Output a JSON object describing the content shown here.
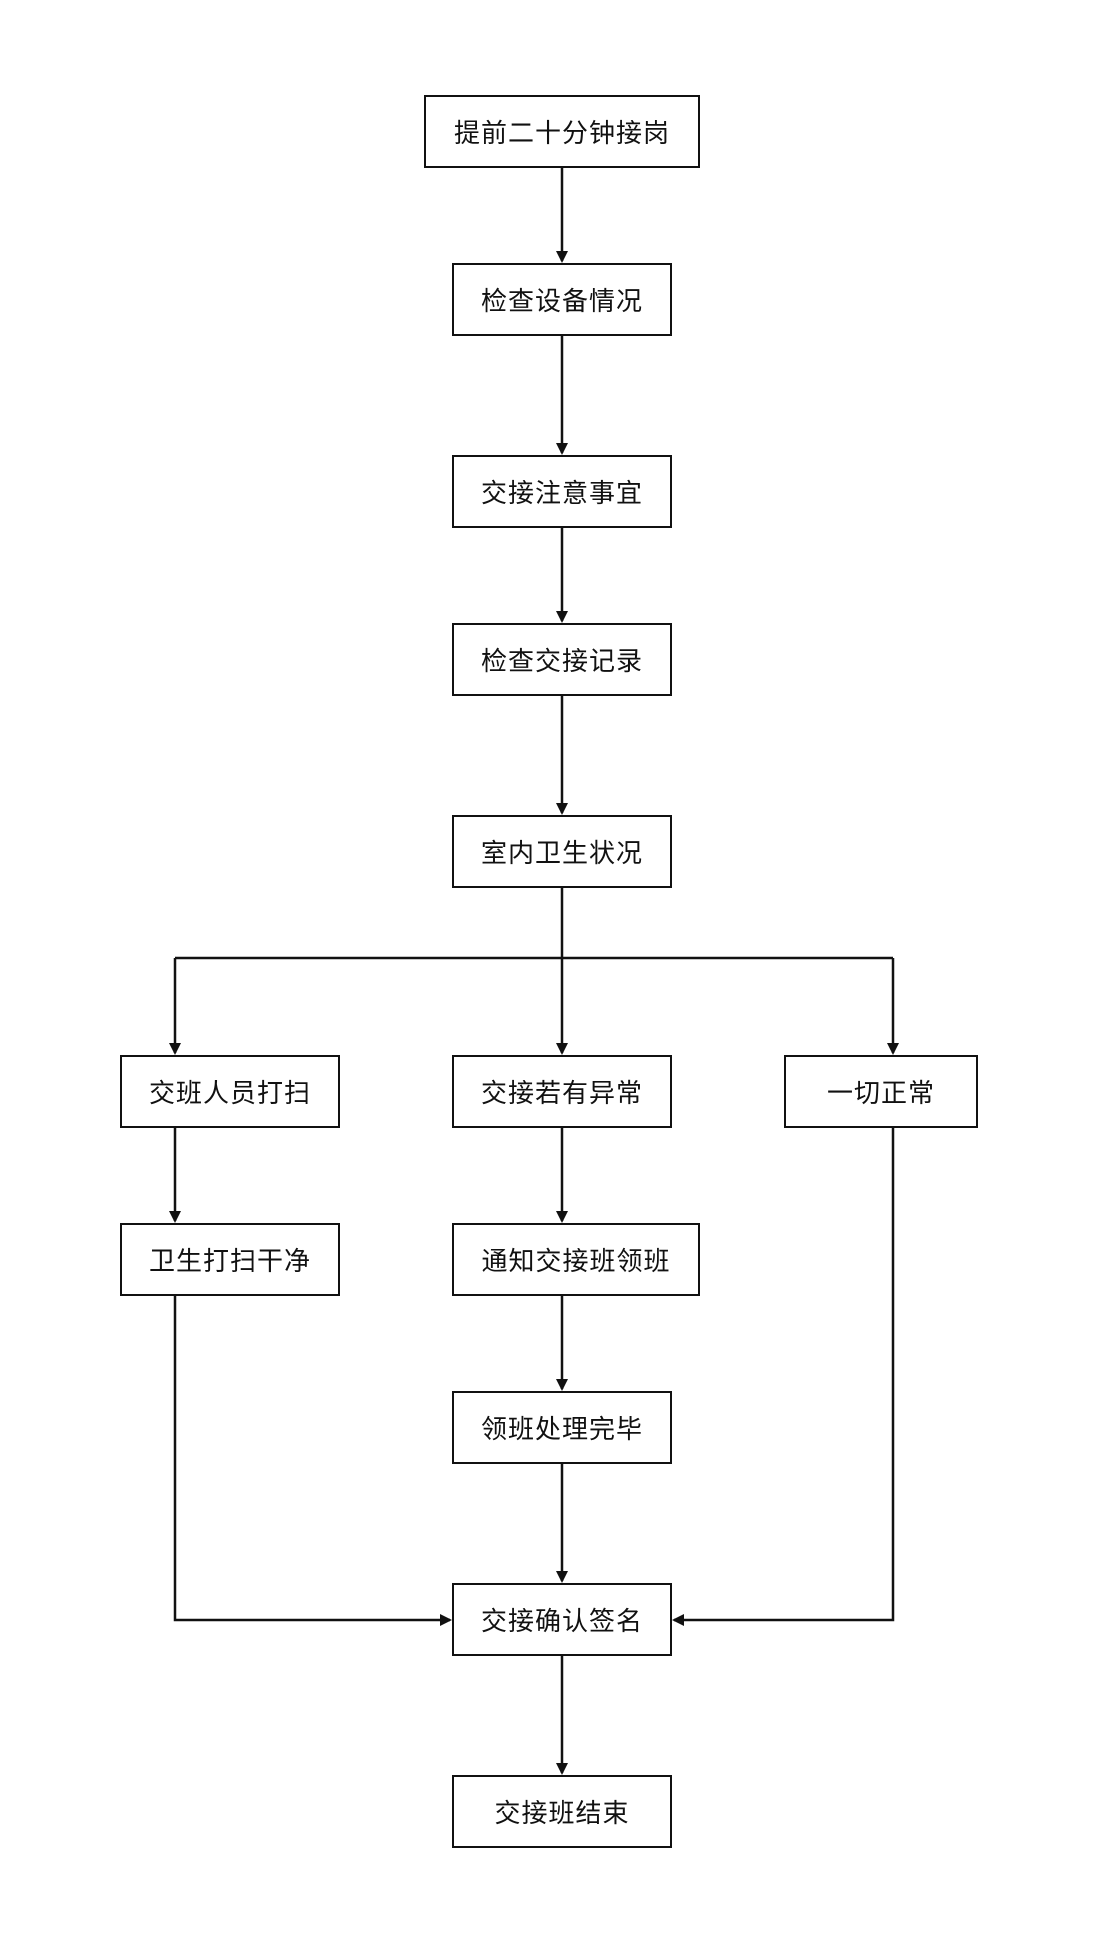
{
  "diagram": {
    "nodes": {
      "start": "提前二十分钟接岗",
      "equip": "检查设备情况",
      "notes": "交接注意事宜",
      "records": "检查交接记录",
      "hygiene": "室内卫生状况",
      "sweep": "交班人员打扫",
      "abnormal": "交接若有异常",
      "normal": "一切正常",
      "clean": "卫生打扫干净",
      "notify": "通知交接班领班",
      "handled": "领班处理完毕",
      "sign": "交接确认签名",
      "end": "交接班结束"
    },
    "edges": [
      {
        "from": "start",
        "to": "equip"
      },
      {
        "from": "equip",
        "to": "notes"
      },
      {
        "from": "notes",
        "to": "records"
      },
      {
        "from": "records",
        "to": "hygiene"
      },
      {
        "from": "hygiene",
        "to": "sweep"
      },
      {
        "from": "hygiene",
        "to": "abnormal"
      },
      {
        "from": "hygiene",
        "to": "normal"
      },
      {
        "from": "sweep",
        "to": "clean"
      },
      {
        "from": "abnormal",
        "to": "notify"
      },
      {
        "from": "notify",
        "to": "handled"
      },
      {
        "from": "handled",
        "to": "sign"
      },
      {
        "from": "clean",
        "to": "sign"
      },
      {
        "from": "normal",
        "to": "sign"
      },
      {
        "from": "sign",
        "to": "end"
      }
    ],
    "colors": {
      "stroke": "#111111",
      "text": "#111111",
      "background": "#ffffff"
    }
  }
}
